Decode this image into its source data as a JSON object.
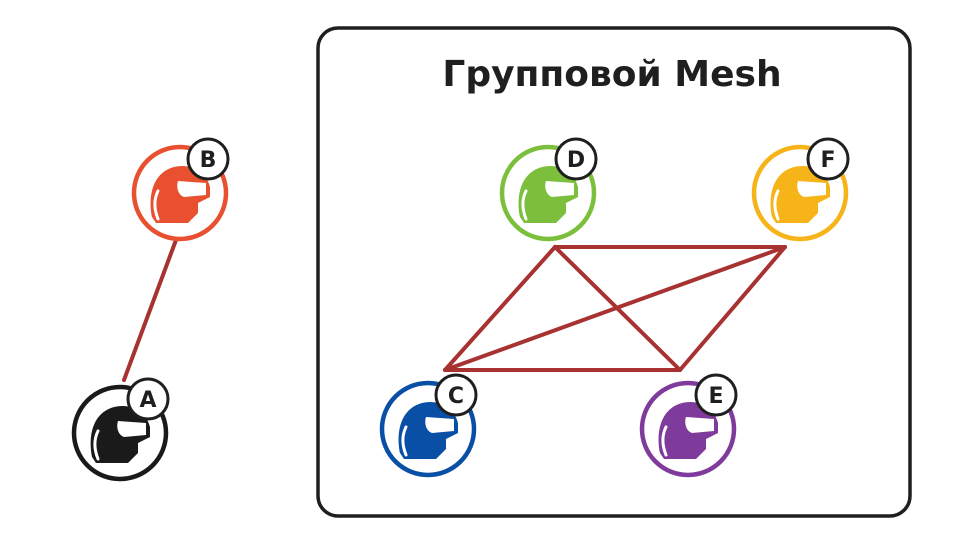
{
  "group": {
    "title": "Групповой Mesh"
  },
  "link_color": "#a83232",
  "nodes": [
    {
      "id": "A",
      "label": "A",
      "color": "#1a1a1a"
    },
    {
      "id": "B",
      "label": "B",
      "color": "#e8502f"
    },
    {
      "id": "C",
      "label": "C",
      "color": "#0a4fa6"
    },
    {
      "id": "D",
      "label": "D",
      "color": "#7cbf3c"
    },
    {
      "id": "E",
      "label": "E",
      "color": "#7f3b9b"
    },
    {
      "id": "F",
      "label": "F",
      "color": "#f6b418"
    }
  ],
  "links": [
    [
      "A",
      "B"
    ]
  ],
  "mesh_links": [
    [
      "D",
      "F"
    ],
    [
      "C",
      "E"
    ],
    [
      "C",
      "D"
    ],
    [
      "D",
      "E"
    ],
    [
      "E",
      "F"
    ],
    [
      "C",
      "F"
    ]
  ]
}
